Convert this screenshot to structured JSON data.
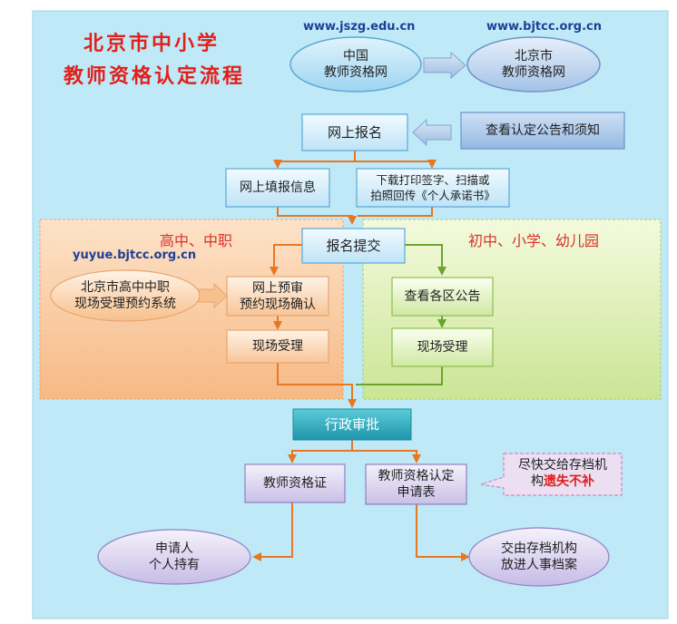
{
  "title": {
    "line1": "北京市中小学",
    "line2": "教师资格认定流程"
  },
  "urls": {
    "jszg": "www.jszg.edu.cn",
    "bjtcc": "www.bjtcc.org.cn",
    "yuyue": "yuyue.bjtcc.org.cn"
  },
  "sections": {
    "left": "高中、中职",
    "right": "初中、小学、幼儿园"
  },
  "nodes": {
    "china_site": "中国\n教师资格网",
    "beijing_site": "北京市\n教师资格网",
    "online_register": "网上报名",
    "view_notice": "查看认定公告和须知",
    "fill_info": "网上填报信息",
    "download_print": "下载打印签字、扫描或\n拍照回传《个人承诺书》",
    "submit": "报名提交",
    "booking_system": "北京市高中中职\n现场受理预约系统",
    "pre_review": "网上预审\n预约现场确认",
    "onsite_left": "现场受理",
    "district_notice": "查看各区公告",
    "onsite_right": "现场受理",
    "admin_approval": "行政审批",
    "certificate": "教师资格证",
    "application_form": "教师资格认定\n申请表",
    "callout_prefix": "尽快交给存档机\n构",
    "callout_warning": "遗失不补",
    "applicant_keeps": "申请人\n个人持有",
    "archive": "交由存档机构\n放进人事档案"
  },
  "colors": {
    "background": "#bfe9f7",
    "left_section": "#fbd7b6",
    "right_section": "#e6f4c0",
    "orange_arrow": "#e87722",
    "green_arrow": "#6ba32c",
    "blue_arrow": "#8fb2d8",
    "title_red": "#e0201b"
  }
}
